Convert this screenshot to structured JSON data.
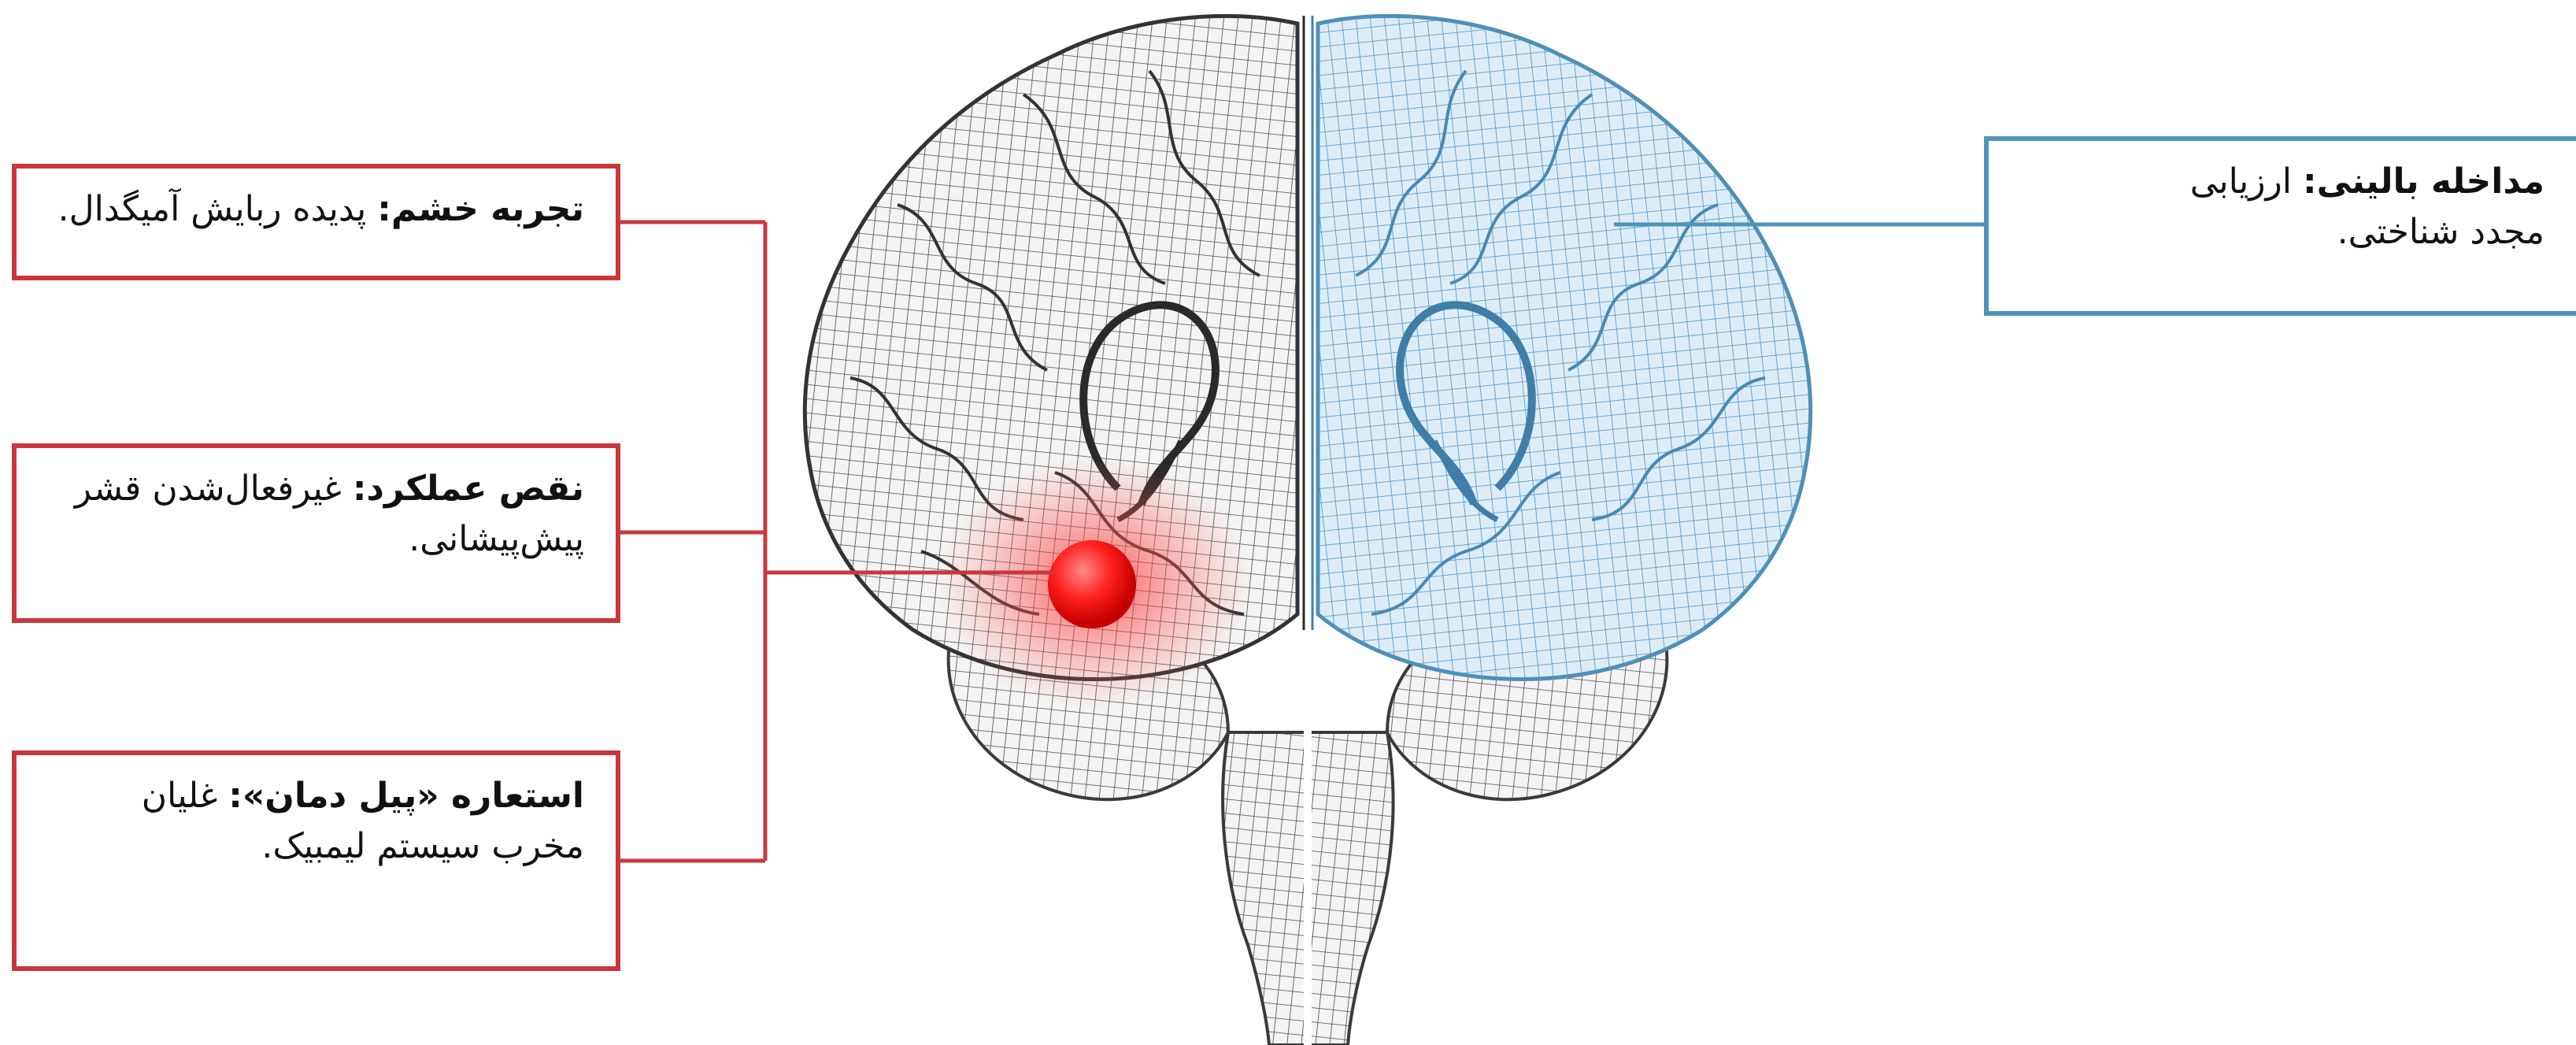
{
  "labels": {
    "anger": {
      "title": "تجربه خشم:",
      "text": "پدیده ربایش آمیگدال."
    },
    "dysfunction": {
      "title": "نقص عملکرد:",
      "text": "غیرفعال‌شدن قشر",
      "text2": "پیش‌پیشانی."
    },
    "metaphor": {
      "title": "استعاره «پیل دمان»:",
      "text": "غلیان",
      "text2": "مخرب سیستم لیمبیک."
    },
    "intervention": {
      "title": "مداخله بالینی:",
      "text": "ارزیابی",
      "text2": "مجدد شناختی."
    }
  },
  "colors": {
    "anger_accent": "#c9373d",
    "clinical_accent": "#4e93b8",
    "amygdala_glow": "#ff2a2a",
    "left_hemisphere": "#8c8c8c",
    "right_hemisphere": "#5b9cc6"
  }
}
